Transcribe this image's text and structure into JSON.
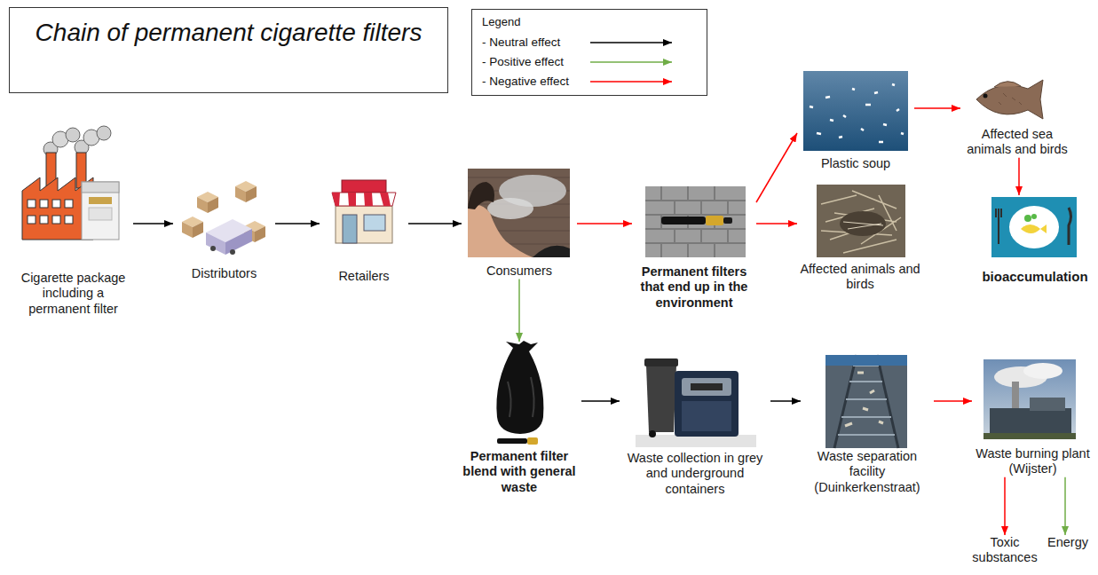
{
  "diagram": {
    "title": "Chain of permanent cigarette filters",
    "nodes": [
      {
        "text": [
          "Cigarette package including a permanent filter"
        ]
      },
      {
        "text": [
          "Distributors"
        ]
      },
      {
        "text": [
          "Retailers"
        ]
      },
      {
        "text": [
          "Consumers"
        ]
      },
      {
        "text": [
          "Permanent filters that end up in the environment"
        ]
      },
      {
        "text": [
          "Plastic soup"
        ]
      },
      {
        "text": [
          "Affected sea animals and birds"
        ]
      },
      {
        "text": [
          "Affected animals and birds"
        ]
      },
      {
        "text": [
          "bioaccumulation"
        ]
      },
      {
        "text": [
          "Permanent filter blend with general waste"
        ]
      },
      {
        "text": [
          "Waste collection in grey and underground containers"
        ]
      },
      {
        "text": [
          "Waste separation facility (Duinkerkenstraat)"
        ]
      },
      {
        "text": [
          "Waste burning plant (Wijster)"
        ]
      },
      {
        "text": [
          "Toxic substances"
        ]
      },
      {
        "text": [
          "Energy"
        ]
      }
    ],
    "edges": [
      {
        "from": 0,
        "to": 1,
        "arrow": "to"
      },
      {
        "from": 1,
        "to": 2,
        "arrow": "to"
      },
      {
        "from": 2,
        "to": 3,
        "arrow": "to"
      },
      {
        "from": 3,
        "to": 4,
        "arrow": "to"
      },
      {
        "from": 4,
        "to": 5,
        "arrow": "to"
      },
      {
        "from": 4,
        "to": 7,
        "arrow": "to"
      },
      {
        "from": 5,
        "to": 6,
        "arrow": "to"
      },
      {
        "from": 6,
        "to": 8,
        "arrow": "to"
      },
      {
        "from": 3,
        "to": 9,
        "arrow": "to"
      },
      {
        "from": 9,
        "to": 10,
        "arrow": "to"
      },
      {
        "from": 10,
        "to": 11,
        "arrow": "to"
      },
      {
        "from": 11,
        "to": 12,
        "arrow": "to"
      },
      {
        "from": 12,
        "to": 13,
        "arrow": "to"
      },
      {
        "from": 12,
        "to": 14,
        "arrow": "to"
      }
    ],
    "labels": [
      "Legend"
    ],
    "legend": [
      {
        "text": "- Neutral effect"
      },
      {
        "text": "- Positive effect"
      },
      {
        "text": "- Negative effect"
      }
    ]
  }
}
